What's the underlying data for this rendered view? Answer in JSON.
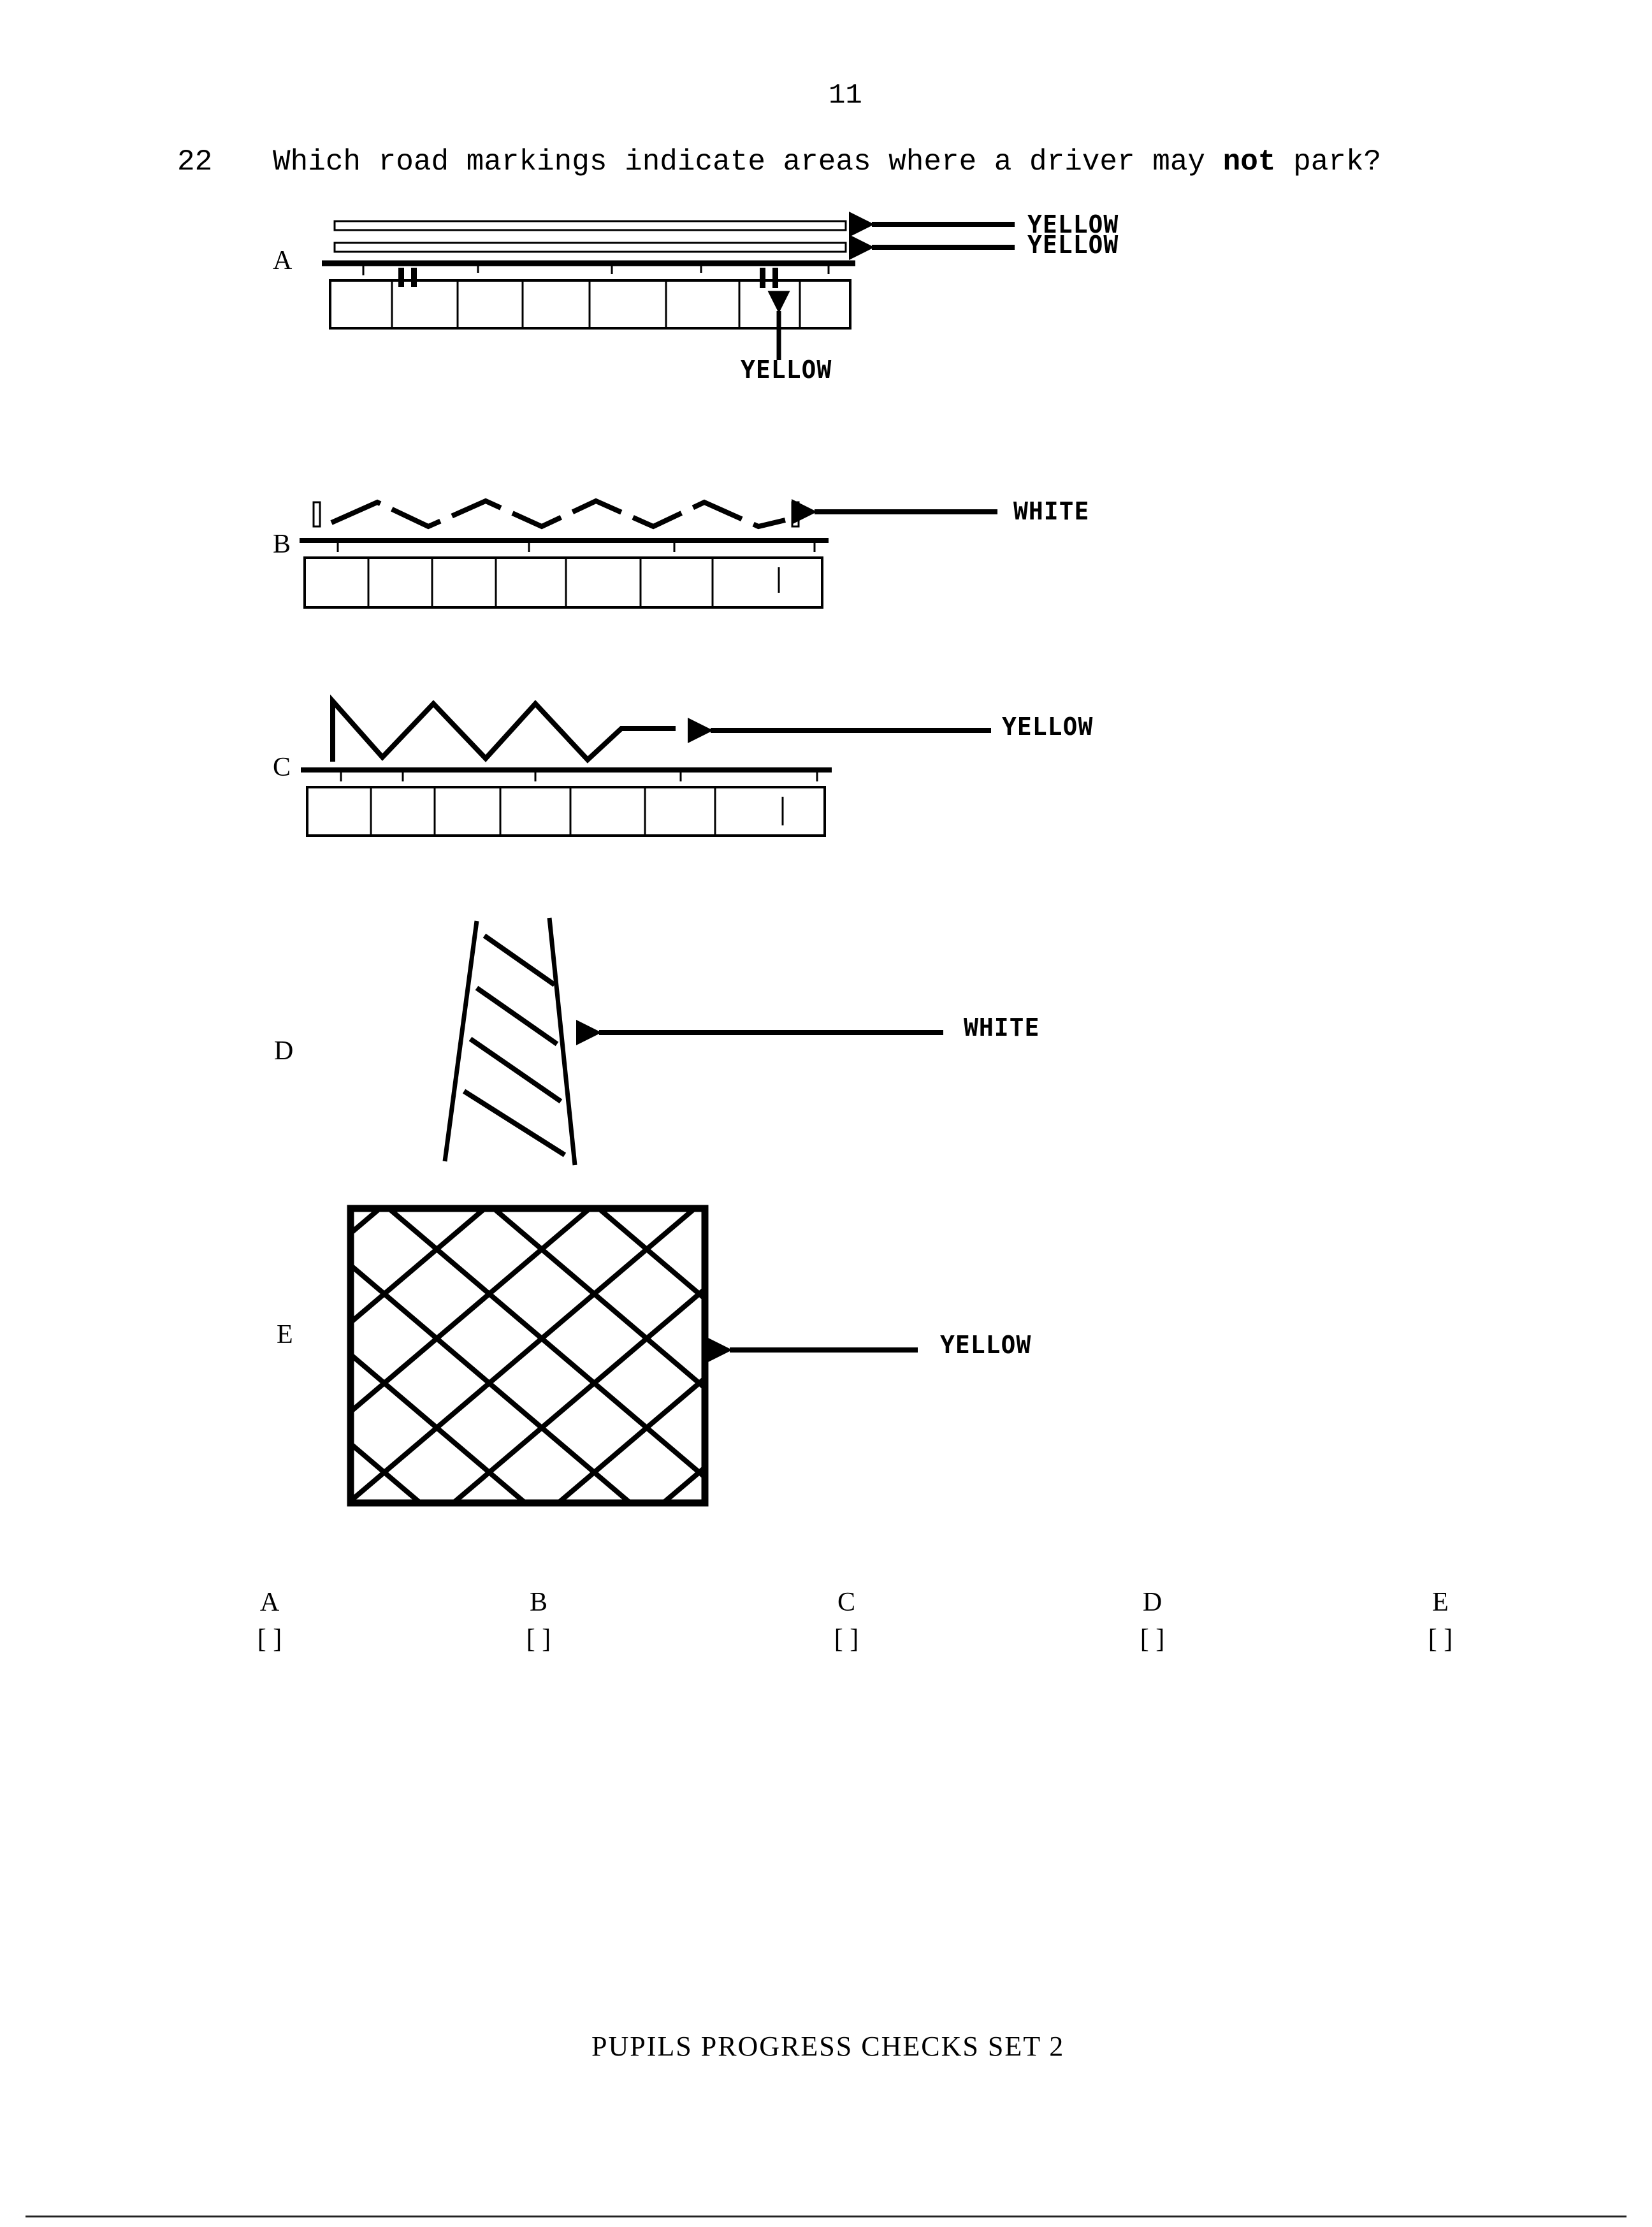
{
  "page": {
    "number": "11"
  },
  "question": {
    "number": "22",
    "text_before": "Which road markings indicate areas where a driver may ",
    "text_bold": "not",
    "text_after": " park?"
  },
  "options": [
    {
      "letter": "A",
      "labels": [
        "YELLOW",
        "YELLOW",
        "YELLOW"
      ]
    },
    {
      "letter": "B",
      "labels": [
        "WHITE"
      ]
    },
    {
      "letter": "C",
      "labels": [
        "YELLOW"
      ]
    },
    {
      "letter": "D",
      "labels": [
        "WHITE"
      ]
    },
    {
      "letter": "E",
      "labels": [
        "YELLOW"
      ]
    }
  ],
  "answers": [
    {
      "letter": "A",
      "box": "[ ]"
    },
    {
      "letter": "B",
      "box": "[ ]"
    },
    {
      "letter": "C",
      "box": "[ ]"
    },
    {
      "letter": "D",
      "box": "[ ]"
    },
    {
      "letter": "E",
      "box": "[ ]"
    }
  ],
  "footer": "PUPILS PROGRESS CHECKS SET 2"
}
